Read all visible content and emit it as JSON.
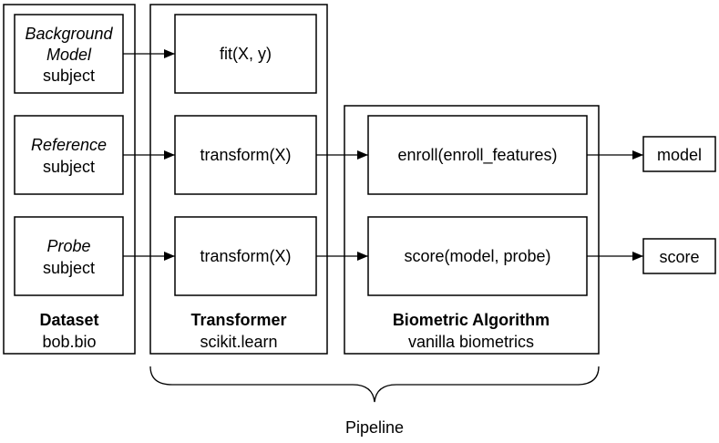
{
  "dataset": {
    "background": {
      "line1": "Background",
      "line2": "Model",
      "line3": "subject"
    },
    "reference": {
      "line1": "Reference",
      "line2": "subject"
    },
    "probe": {
      "line1": "Probe",
      "line2": "subject"
    },
    "title": "Dataset",
    "subtitle": "bob.bio"
  },
  "transformer": {
    "fit": "fit(X, y)",
    "transform_reference": "transform(X)",
    "transform_probe": "transform(X)",
    "title": "Transformer",
    "subtitle": "scikit.learn"
  },
  "algorithm": {
    "enroll": "enroll(enroll_features)",
    "score": "score(model, probe)",
    "title": "Biometric Algorithm",
    "subtitle": "vanilla biometrics"
  },
  "outputs": {
    "model": "model",
    "score": "score"
  },
  "pipeline_label": "Pipeline"
}
